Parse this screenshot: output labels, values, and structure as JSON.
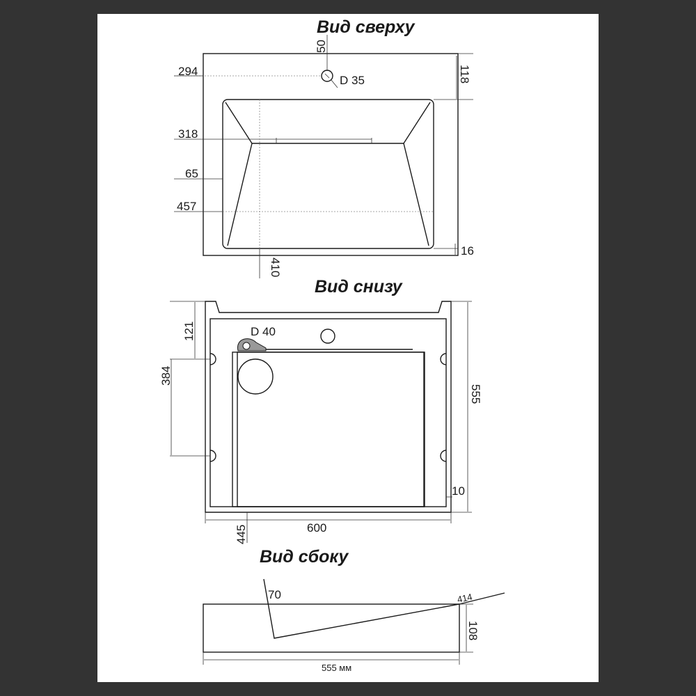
{
  "views": {
    "top": {
      "title": "Вид сверху",
      "dims": {
        "overflow_offset": "50",
        "hole_diameter": "D 35",
        "hole_from_left": "294",
        "hole_from_top": "118",
        "basin_inner_width": "318",
        "basin_wall": "65",
        "basin_outer_width": "457",
        "basin_depth": "410",
        "rim_bottom": "16"
      }
    },
    "bottom": {
      "title": "Вид снизу",
      "dims": {
        "drain_diameter": "D 40",
        "mount_from_top": "121",
        "mount_spacing": "384",
        "depth": "555",
        "edge": "10",
        "drain_from_left": "445",
        "width": "600"
      }
    },
    "side": {
      "title": "Вид сбоку",
      "dims": {
        "angle": "70",
        "top_length": "414",
        "height": "108",
        "length": "555 мм"
      }
    }
  }
}
